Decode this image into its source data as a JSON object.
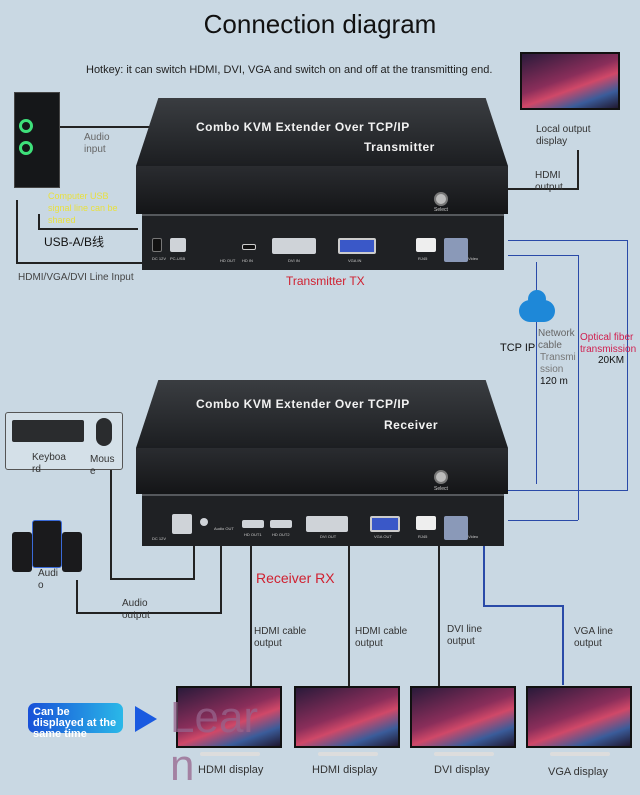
{
  "title": "Connection diagram",
  "hotkey": "Hotkey: it can switch HDMI, DVI, VGA and switch on and off at the transmitting end.",
  "transmitter": {
    "top_label": "Combo KVM Extender Over TCP/IP",
    "name": "Transmitter",
    "select": "Select",
    "caption": "Transmitter TX",
    "ports": [
      "DC 12V",
      "PC-USB",
      "HD OUT",
      "HD IN",
      "DVI IN",
      "VGA IN",
      "RJ45",
      "Video"
    ]
  },
  "receiver": {
    "top_label": "Combo KVM Extender Over TCP/IP",
    "name": "Receiver",
    "select": "Select",
    "caption": "Receiver RX",
    "ports": [
      "DC 12V",
      "Audio OUT",
      "HD OUT1",
      "HD OUT2",
      "DVI OUT",
      "VGA OUT",
      "RJ45",
      "Video"
    ]
  },
  "left": {
    "audio_input": "Audio input",
    "usb_note": "Computer USB signal line can be shared",
    "usb_cable": "USB-A/B线",
    "line_input": "HDMI/VGA/DVI Line Input",
    "keyboard": "Keyboa rd",
    "mouse": "Mous e",
    "audio": "Audi o",
    "audio_output": "Audio output"
  },
  "right": {
    "local_output": "Local output display",
    "hdmi_output": "HDMI output",
    "tcp": "TCP IP",
    "network": "Network cable",
    "transmission": "Transmi ssion",
    "distance_cable": "120 m",
    "fiber": "Optical fiber transmission",
    "distance_fiber": "20KM"
  },
  "outputs": {
    "hdmi1": "HDMI cable output",
    "hdmi2": "HDMI cable output",
    "dvi": "DVI line output",
    "vga": "VGA line output"
  },
  "displays": [
    "HDMI display",
    "HDMI display",
    "DVI display",
    "VGA display"
  ],
  "callout": "Can be displayed at the same time",
  "watermark": "Lear n"
}
